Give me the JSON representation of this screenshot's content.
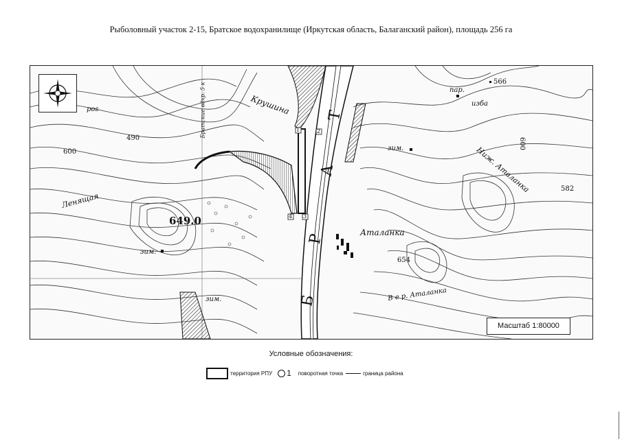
{
  "title": "Рыболовный участок 2-15, Братское водохранилище (Иркутская область, Балаганский район), площадь 256 га",
  "map": {
    "scale_label": "Масштаб 1:80000",
    "place_labels": {
      "krushina": "Крушина",
      "atalanka": "Аталанка",
      "nizh_atalanka": "Ниж. Аталанка",
      "verkh_atalanka": "В е р. Аталанка",
      "lenyashchaya": "Ленящая",
      "bratsk_label": "Братские вдхр. 5 к",
      "izba": "изба",
      "par": "пар.",
      "zim1": "зим.",
      "zim2": "зим.",
      "zim3": "зим.",
      "river_b": "Б",
      "river_r": "Р",
      "river_a": "А",
      "river_t": "Т",
      "roga": "роs"
    },
    "elevations": {
      "e649": "649.0",
      "e490": "490",
      "e600": "600",
      "e600b": "600",
      "e566": "566",
      "e582": "582",
      "e654": "654"
    },
    "turn_points": [
      "1",
      "2",
      "3",
      "4"
    ]
  },
  "legend": {
    "heading": "Условные обозначения:",
    "territory": "территория РПУ",
    "turn_symbol_num": "1",
    "turn_point": "поворотная точка",
    "boundary": "граница района"
  },
  "colors": {
    "ink": "#111111",
    "paper": "#ffffff",
    "map_bg": "#fafafa"
  }
}
